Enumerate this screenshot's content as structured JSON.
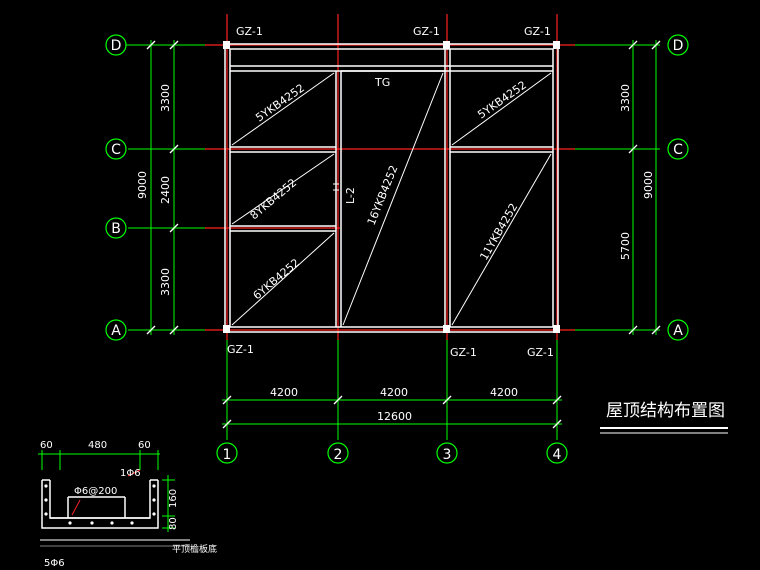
{
  "title": "屋顶结构布置图",
  "axes_rows": [
    "D",
    "C",
    "B",
    "A"
  ],
  "axes_cols": [
    "1",
    "2",
    "3",
    "4"
  ],
  "columns": {
    "top_left": "GZ-1",
    "top_mid": "GZ-1",
    "top_right": "GZ-1",
    "bot_left": "GZ-1",
    "bot_mid": "GZ-1",
    "bot_right": "GZ-1"
  },
  "slabs": {
    "s1": "5YKB4252",
    "s2": "8YKB4252",
    "s3": "6YKB4252",
    "s4": "16YKB4252",
    "s5": "5YKB4252",
    "s6": "11YKB4252"
  },
  "tg_label": "TG",
  "beam_label": "L-2",
  "dims_left": {
    "dc": "3300",
    "cb": "2400",
    "ba": "3300",
    "total": "9000"
  },
  "dims_right": {
    "dc": "3300",
    "ca": "5700",
    "total": "9000"
  },
  "dims_bottom": {
    "b12": "4200",
    "b23": "4200",
    "b34": "4200",
    "total": "12600"
  },
  "detail": {
    "w_left": "60",
    "w_mid": "480",
    "w_right": "60",
    "h1": "160",
    "h2": "80",
    "rebar_top": "1Φ6",
    "rebar_mid": "Φ6@200",
    "rebar_bot": "5Φ6",
    "caption": "平顶檐板底"
  }
}
